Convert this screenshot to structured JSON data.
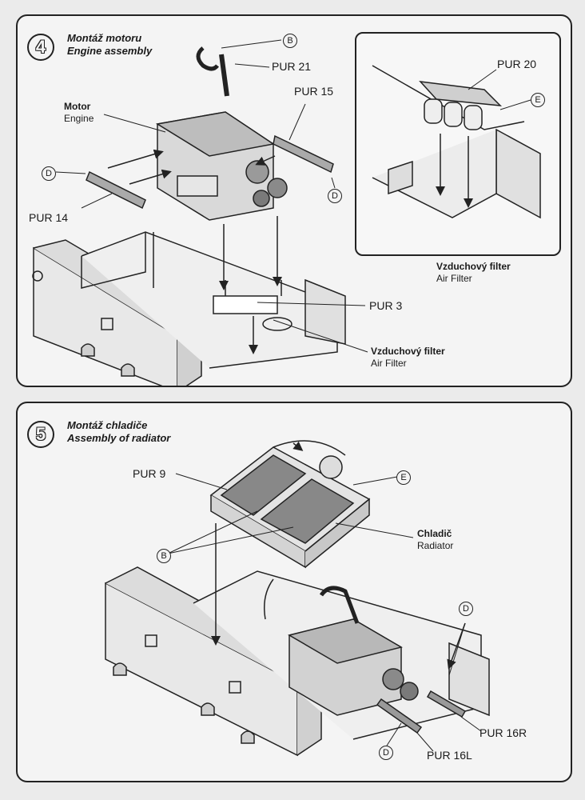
{
  "step4": {
    "number": "4",
    "title_cz": "Montáž motoru",
    "title_en": "Engine assembly",
    "motor_cz": "Motor",
    "motor_en": "Engine",
    "pur21": "PUR 21",
    "pur15": "PUR 15",
    "pur14": "PUR 14",
    "pur3": "PUR 3",
    "marker_b": "B",
    "marker_d_left": "D",
    "marker_d_right": "D",
    "filter_cz": "Vzduchový filter",
    "filter_en": "Air Filter",
    "inset": {
      "pur20": "PUR 20",
      "marker_e": "E",
      "filter_cz": "Vzduchový filter",
      "filter_en": "Air Filter"
    }
  },
  "step5": {
    "number": "5",
    "title_cz": "Montáž chladiče",
    "title_en": "Assembly of radiator",
    "pur9": "PUR 9",
    "marker_e": "E",
    "marker_b": "B",
    "radiator_cz": "Chladič",
    "radiator_en": "Radiator",
    "marker_d_top": "D",
    "marker_d_bottom": "D",
    "pur16r": "PUR 16R",
    "pur16l": "PUR 16L"
  }
}
